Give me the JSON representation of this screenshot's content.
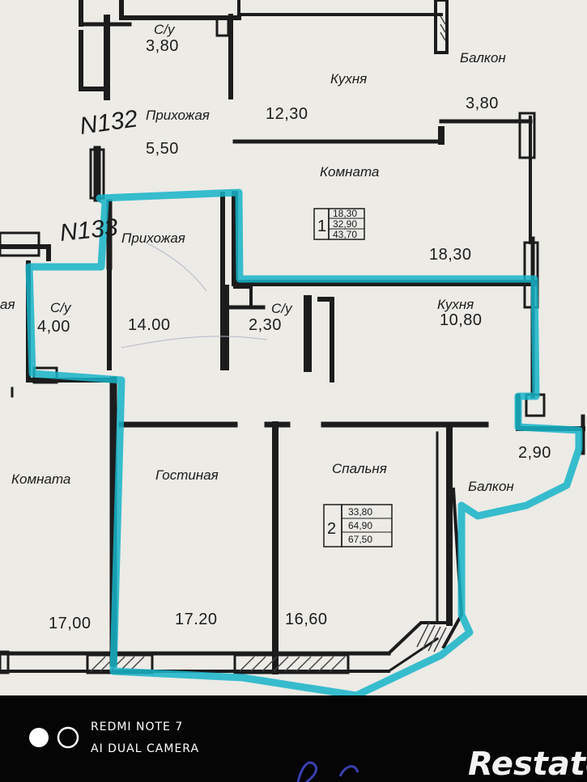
{
  "plan": {
    "unit_132": {
      "number": "N132",
      "rooms": {
        "bath": {
          "name": "С/у",
          "area": "3,80"
        },
        "hall": {
          "name": "Прихожая",
          "area": "5,50"
        },
        "kitchen": {
          "name": "Кухня",
          "area": "12,30"
        },
        "balcony": {
          "name": "Балкон",
          "area": "3,80"
        },
        "room": {
          "name": "Комната",
          "area": "18,30"
        }
      },
      "tag": {
        "index": "1",
        "values": [
          "18,30",
          "32,90",
          "43,70"
        ]
      }
    },
    "unit_133": {
      "number": "N133",
      "rooms": {
        "hall": {
          "name": "Прихожая",
          "area": "14.00"
        },
        "bath_small": {
          "name": "С/у",
          "area": "2,30"
        },
        "kitchen": {
          "name": "Кухня",
          "area": "10,80"
        },
        "living": {
          "name": "Гостиная",
          "area": "17.20"
        },
        "bedroom": {
          "name": "Спальня",
          "area": "16,60"
        },
        "balcony": {
          "name": "Балкон",
          "area": "2,90"
        }
      },
      "tag": {
        "index": "2",
        "values": [
          "33,80",
          "64,90",
          "67,50"
        ]
      }
    },
    "neighbor": {
      "bath": {
        "name": "С/у",
        "area": "4,00"
      },
      "room": {
        "name": "Комната",
        "area": "17,00"
      },
      "fragment": "ая"
    }
  },
  "camera": {
    "line1": "REDMI NOTE 7",
    "line2": "AI DUAL CAMERA"
  },
  "watermark": {
    "brand": "Restate",
    "faint": "циан"
  },
  "colors": {
    "highlight": "#18b4c8",
    "paper": "#ecebe6",
    "wall": "#1c1c1c",
    "footer": "#050505"
  }
}
